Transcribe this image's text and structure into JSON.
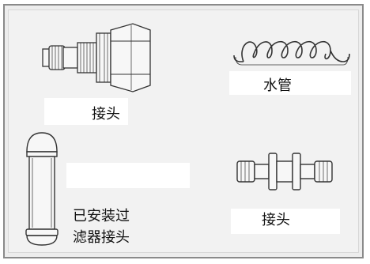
{
  "items": {
    "connector_top": {
      "label": "接头"
    },
    "water_pipe": {
      "label": "水管"
    },
    "filter_connector": {
      "label_line1": "已安装过",
      "label_line2": "滤器接头"
    },
    "connector_bottom": {
      "label": "接头"
    }
  },
  "icons": [
    "connector-fitting-icon",
    "coiled-tube-icon",
    "filter-cartridge-icon",
    "straight-union-icon"
  ],
  "colors": {
    "background": "#ededed",
    "border": "#8a8a8a",
    "label_bg": "#ffffff",
    "stroke": "#333333"
  }
}
